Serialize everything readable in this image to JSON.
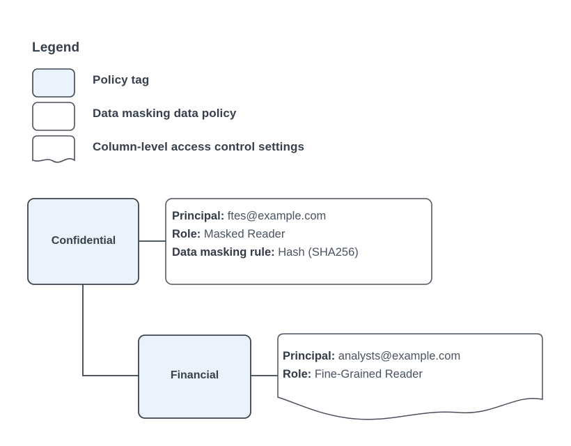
{
  "diagram": {
    "type": "policy-tag-hierarchy",
    "colors": {
      "node_fill": "#eaf2fc",
      "node_stroke": "#3a4450",
      "plain_fill": "#ffffff",
      "plain_stroke": "#49505b",
      "text": "#37404d",
      "connector": "#3a4450"
    }
  },
  "legend": {
    "title": "Legend",
    "items": [
      {
        "label": "Policy tag",
        "shape": "rounded-rect",
        "fill": "#eaf2fc",
        "icon": "policy-tag-swatch"
      },
      {
        "label": "Data masking data policy",
        "shape": "rounded-rect",
        "fill": "#ffffff",
        "icon": "data-policy-swatch"
      },
      {
        "label": "Column-level access control settings",
        "shape": "wave-bottom-rect",
        "fill": "#ffffff",
        "icon": "access-control-swatch"
      }
    ]
  },
  "nodes": [
    {
      "id": "confidential",
      "label": "Confidential",
      "shape": "rounded-rect",
      "fill": "#eaf2fc"
    },
    {
      "id": "financial",
      "label": "Financial",
      "shape": "rounded-rect",
      "fill": "#eaf2fc"
    }
  ],
  "callouts": [
    {
      "id": "masking-policy",
      "attached_to": "confidential",
      "shape": "rounded-rect",
      "lines": [
        {
          "key": "Principal:",
          "value": "ftes@example.com"
        },
        {
          "key": "Role:",
          "value": "Masked Reader"
        },
        {
          "key": "Data masking rule:",
          "value": "Hash (SHA256)"
        }
      ]
    },
    {
      "id": "access-control",
      "attached_to": "financial",
      "shape": "wave-bottom-rect",
      "lines": [
        {
          "key": "Principal:",
          "value": "analysts@example.com"
        },
        {
          "key": "Role:",
          "value": "Fine-Grained Reader"
        }
      ]
    }
  ],
  "connectors": [
    {
      "from": "confidential",
      "to": "masking-policy",
      "style": "straight"
    },
    {
      "from": "confidential",
      "to": "financial",
      "style": "elbow"
    },
    {
      "from": "financial",
      "to": "access-control",
      "style": "straight"
    }
  ]
}
